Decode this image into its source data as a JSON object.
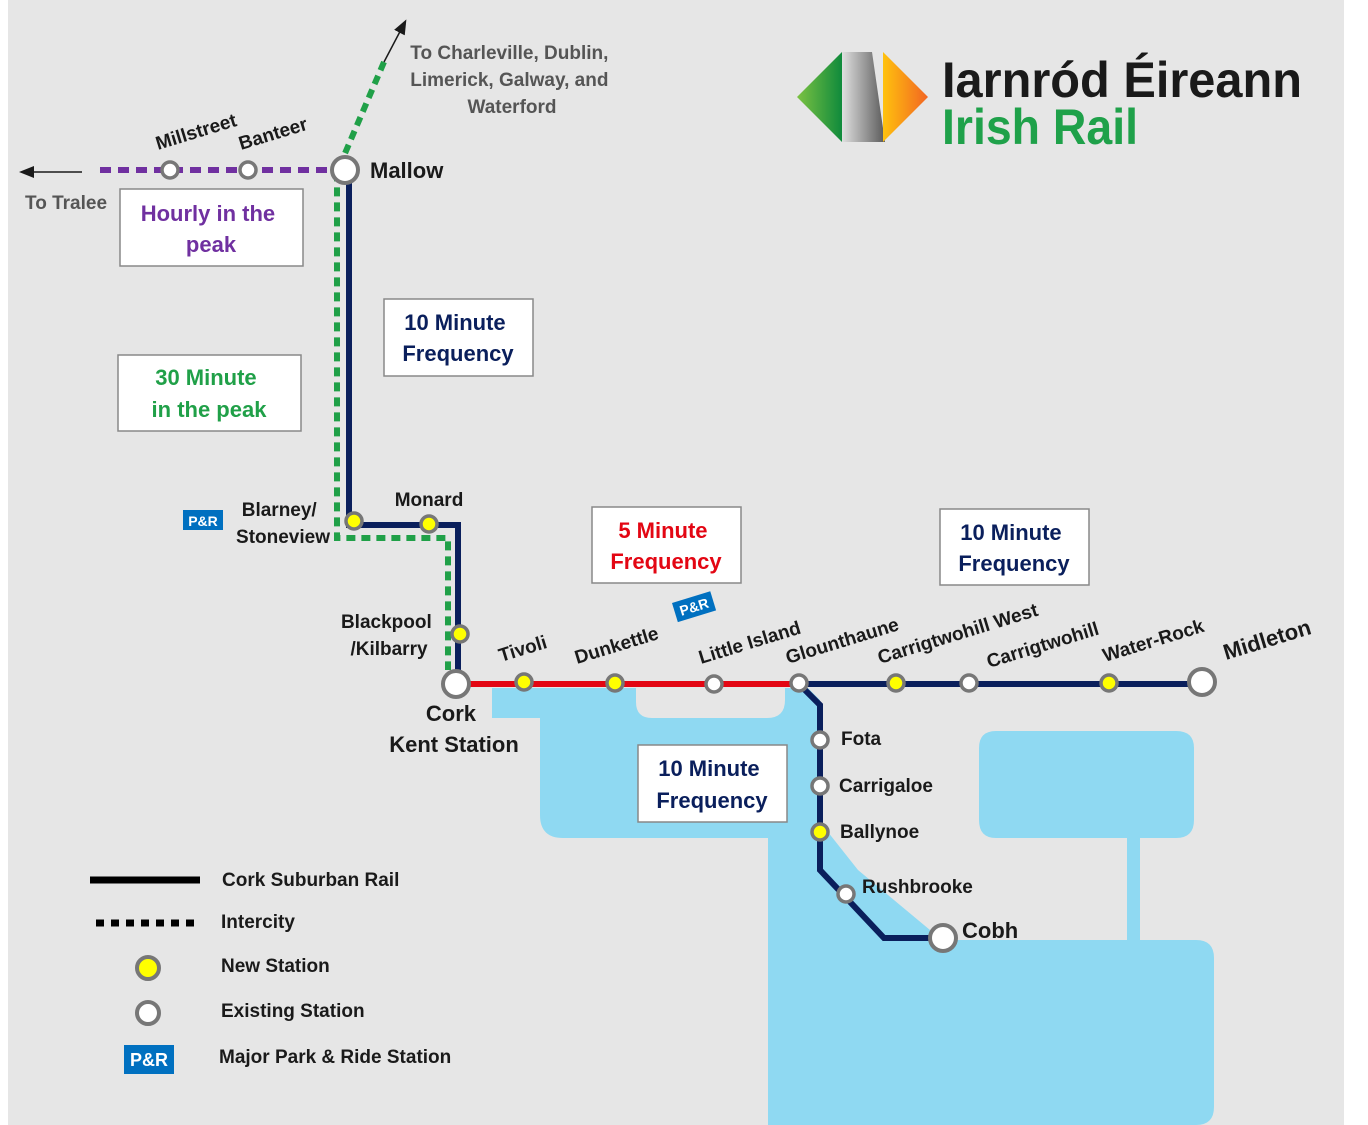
{
  "brand": {
    "name_irish": "Iarnród Éireann",
    "name_english": "Irish Rail",
    "logo_colors": [
      "#1fa14a",
      "#f7941d",
      "#7d7d7d"
    ]
  },
  "colors": {
    "background": "#e6e6e6",
    "water": "#8fd9f2",
    "suburban_line": "#0a1f5c",
    "core_line": "#e30613",
    "intercity_green": "#20a048",
    "intercity_purple": "#7030a0",
    "new_station_fill": "#ffff00",
    "existing_station_fill": "#ffffff",
    "station_outline": "#777777",
    "park_ride": "#0070c0"
  },
  "directions": {
    "north": "To Charleville, Dublin, Limerick, Galway, and Waterford",
    "north_lines": [
      "To Charleville, Dublin,",
      "Limerick, Galway, and",
      "Waterford"
    ],
    "west": "To Tralee"
  },
  "frequency_boxes": {
    "tralee": {
      "lines": [
        "Hourly in the",
        "peak"
      ],
      "color": "#7030a0"
    },
    "intercity": {
      "lines": [
        "30 Minute",
        "in the peak"
      ],
      "color": "#20a048"
    },
    "mallow": {
      "lines": [
        "10 Minute",
        "Frequency"
      ],
      "color": "#0a1f5c"
    },
    "core": {
      "lines": [
        "5 Minute",
        "Frequency"
      ],
      "color": "#e30613"
    },
    "midleton": {
      "lines": [
        "10 Minute",
        "Frequency"
      ],
      "color": "#0a1f5c"
    },
    "cobh": {
      "lines": [
        "10 Minute",
        "Frequency"
      ],
      "color": "#0a1f5c"
    }
  },
  "stations": {
    "millstreet": {
      "label": "Millstreet",
      "type": "existing"
    },
    "banteer": {
      "label": "Banteer",
      "type": "existing"
    },
    "mallow": {
      "label": "Mallow",
      "type": "existing"
    },
    "blarney": {
      "lines": [
        "Blarney/",
        "Stoneview"
      ],
      "type": "new",
      "park_ride": true
    },
    "monard": {
      "label": "Monard",
      "type": "new"
    },
    "blackpool": {
      "lines": [
        "Blackpool",
        "/Kilbarry"
      ],
      "type": "new"
    },
    "kent": {
      "lines": [
        "Cork",
        "Kent Station"
      ],
      "type": "existing"
    },
    "tivoli": {
      "label": "Tivoli",
      "type": "new"
    },
    "dunkettle": {
      "label": "Dunkettle",
      "type": "new",
      "park_ride": true
    },
    "little_island": {
      "label": "Little Island",
      "type": "existing"
    },
    "glounthaune": {
      "label": "Glounthaune",
      "type": "existing"
    },
    "carrigtwohill_west": {
      "label": "Carrigtwohill West",
      "type": "new"
    },
    "carrigtwohill": {
      "label": "Carrigtwohill",
      "type": "existing"
    },
    "water_rock": {
      "label": "Water-Rock",
      "type": "new"
    },
    "midleton": {
      "label": "Midleton",
      "type": "existing"
    },
    "fota": {
      "label": "Fota",
      "type": "existing"
    },
    "carrigaloe": {
      "label": "Carrigaloe",
      "type": "existing"
    },
    "ballynoe": {
      "label": "Ballynoe",
      "type": "new"
    },
    "rushbrooke": {
      "label": "Rushbrooke",
      "type": "existing"
    },
    "cobh": {
      "label": "Cobh",
      "type": "existing"
    }
  },
  "park_ride_badge": "P&R",
  "legend": {
    "suburban": "Cork Suburban Rail",
    "intercity": "Intercity",
    "new_station": "New Station",
    "existing_station": "Existing Station",
    "park_ride": "Major Park & Ride Station"
  }
}
